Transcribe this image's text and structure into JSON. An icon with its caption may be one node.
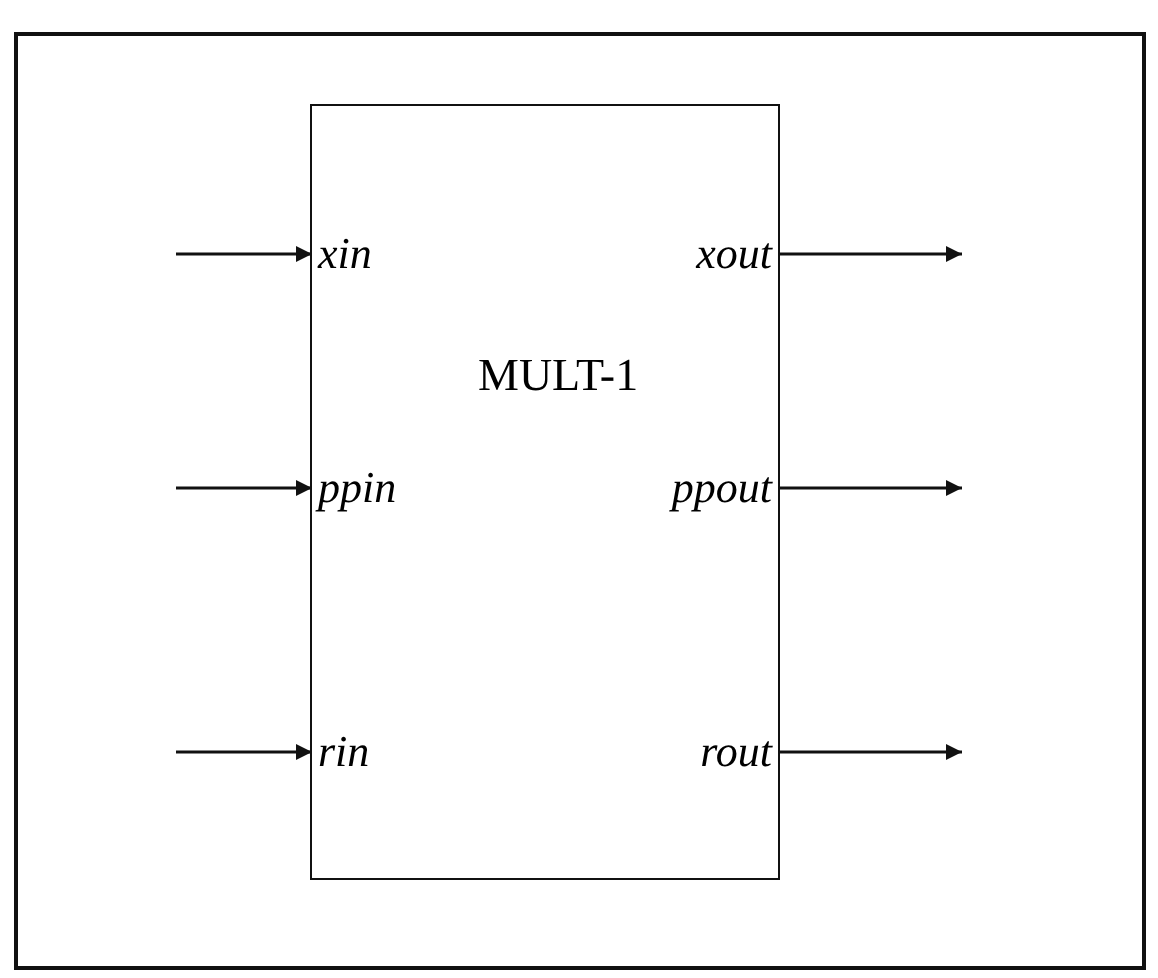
{
  "diagram": {
    "nodes": [
      {
        "text": [
          "MULT-1"
        ]
      },
      {
        "text": [
          "xin"
        ],
        "in": 0
      },
      {
        "text": [
          "ppin"
        ],
        "in": 0
      },
      {
        "text": [
          "rin"
        ],
        "in": 0
      },
      {
        "text": [
          "xout"
        ],
        "in": 0
      },
      {
        "text": [
          "ppout"
        ],
        "in": 0
      },
      {
        "text": [
          "rout"
        ],
        "in": 0
      }
    ],
    "edges": [
      {
        "from": null,
        "to": 1,
        "arrow": "to"
      },
      {
        "from": null,
        "to": 2,
        "arrow": "to"
      },
      {
        "from": null,
        "to": 3,
        "arrow": "to"
      },
      {
        "from": 4,
        "to": null,
        "arrow": "to"
      },
      {
        "from": 5,
        "to": null,
        "arrow": "to"
      },
      {
        "from": 6,
        "to": null,
        "arrow": "to"
      }
    ]
  }
}
